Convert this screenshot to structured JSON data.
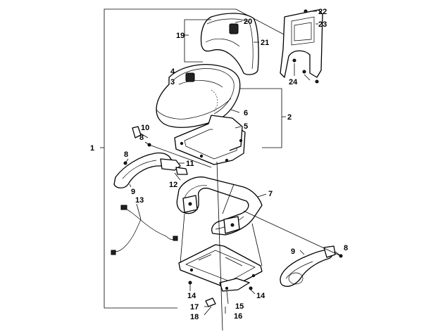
{
  "labels": [
    {
      "id": "callout-1",
      "text": "1"
    },
    {
      "id": "callout-2",
      "text": "2"
    },
    {
      "id": "callout-3",
      "text": "3"
    },
    {
      "id": "callout-4",
      "text": "4"
    },
    {
      "id": "callout-5",
      "text": "5"
    },
    {
      "id": "callout-6",
      "text": "6"
    },
    {
      "id": "callout-7",
      "text": "7"
    },
    {
      "id": "callout-8a",
      "text": "8"
    },
    {
      "id": "callout-8b",
      "text": "8"
    },
    {
      "id": "callout-8c",
      "text": "8"
    },
    {
      "id": "callout-9a",
      "text": "9"
    },
    {
      "id": "callout-9b",
      "text": "9"
    },
    {
      "id": "callout-10",
      "text": "10"
    },
    {
      "id": "callout-11",
      "text": "11"
    },
    {
      "id": "callout-12",
      "text": "12"
    },
    {
      "id": "callout-13",
      "text": "13"
    },
    {
      "id": "callout-14a",
      "text": "14"
    },
    {
      "id": "callout-14b",
      "text": "14"
    },
    {
      "id": "callout-15",
      "text": "15"
    },
    {
      "id": "callout-16",
      "text": "16"
    },
    {
      "id": "callout-17",
      "text": "17"
    },
    {
      "id": "callout-18",
      "text": "18"
    },
    {
      "id": "callout-19",
      "text": "19"
    },
    {
      "id": "callout-20",
      "text": "20"
    },
    {
      "id": "callout-21",
      "text": "21"
    },
    {
      "id": "callout-22",
      "text": "22"
    },
    {
      "id": "callout-23",
      "text": "23"
    },
    {
      "id": "callout-24",
      "text": "24"
    }
  ]
}
